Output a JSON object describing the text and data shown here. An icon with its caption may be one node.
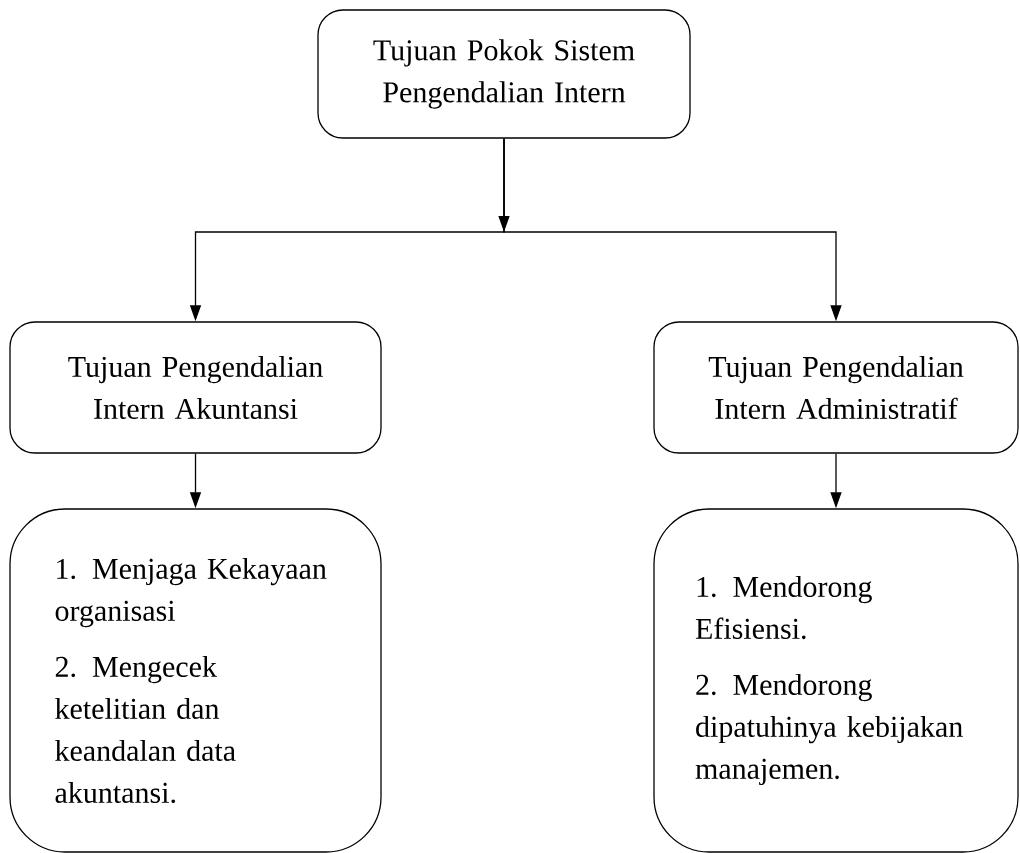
{
  "diagram": {
    "nodes": [
      {
        "text": [
          "Tujuan Pokok Sistem Pengendalian Intern"
        ]
      },
      {
        "text": [
          "Tujuan Pengendalian Intern Akuntansi"
        ]
      },
      {
        "text": [
          "Tujuan Pengendalian Intern Administratif"
        ]
      },
      {
        "text": [
          "1. Menjaga Kekayaan organisasi",
          "2. Mengecek ketelitian dan keandalan data akuntansi."
        ]
      },
      {
        "text": [
          "1. Mendorong Efisiensi.",
          "2. Mendorong dipatuhinya kebijakan manajemen."
        ]
      }
    ],
    "edges": [
      {
        "from": 0,
        "to": 1,
        "arrow": "to"
      },
      {
        "from": 0,
        "to": 2,
        "arrow": "to"
      },
      {
        "from": 1,
        "to": 3,
        "arrow": "to"
      },
      {
        "from": 2,
        "to": 4,
        "arrow": "to"
      }
    ]
  }
}
